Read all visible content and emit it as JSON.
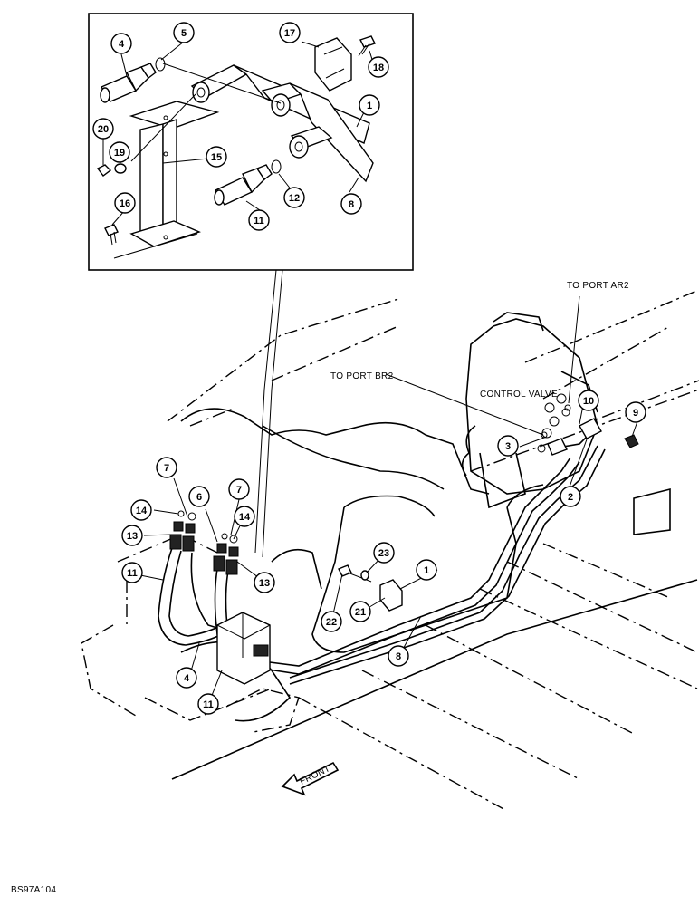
{
  "labels": {
    "to_port_ar2": "TO PORT AR2",
    "to_port_br2": "TO PORT BR2",
    "control_valve": "CONTROL VALVE",
    "front": "FRONT",
    "figure_id": "BS97A104"
  },
  "callouts": {
    "inset": [
      "4",
      "5",
      "17",
      "18",
      "1",
      "20",
      "19",
      "15",
      "16",
      "11",
      "12",
      "8"
    ],
    "main": [
      "10",
      "9",
      "3",
      "2",
      "7",
      "14",
      "6",
      "7",
      "14",
      "13",
      "13",
      "11",
      "23",
      "1",
      "22",
      "21",
      "8",
      "4",
      "11"
    ]
  }
}
